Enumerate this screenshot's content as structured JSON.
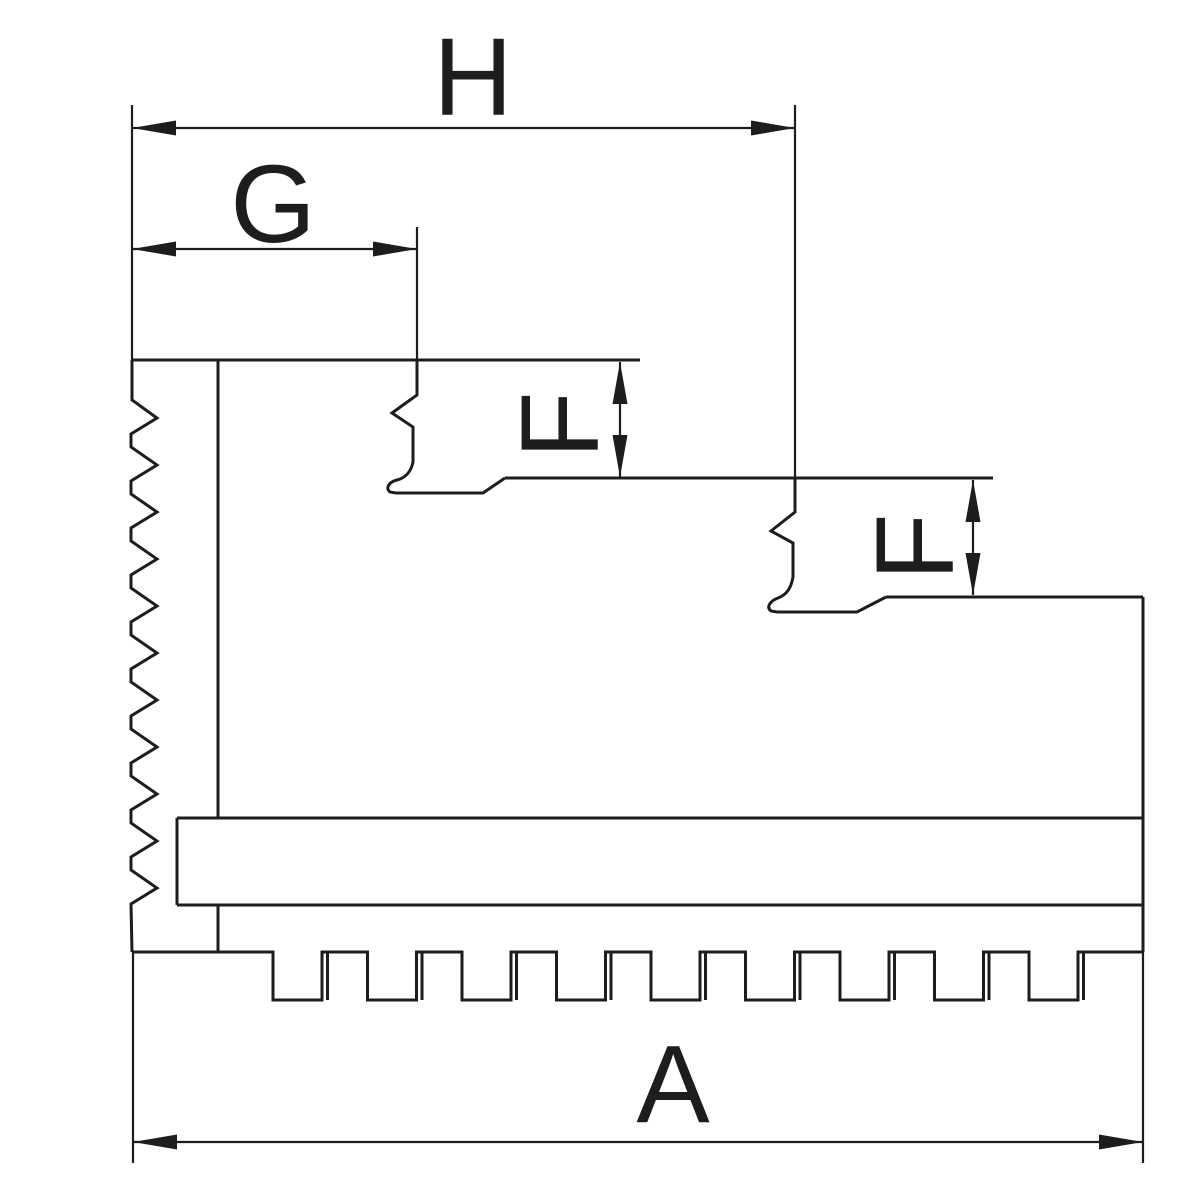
{
  "drawing": {
    "description": "technical drawing of a stepped chuck jaw profile with serrated edges",
    "colors": {
      "background": "#ffffff",
      "line": "#1d1d1b"
    },
    "dimensions": {
      "h": {
        "label": "H"
      },
      "g": {
        "label": "G"
      },
      "f_upper": {
        "label": "F"
      },
      "f_lower": {
        "label": "F"
      },
      "a": {
        "label": "A"
      }
    }
  }
}
